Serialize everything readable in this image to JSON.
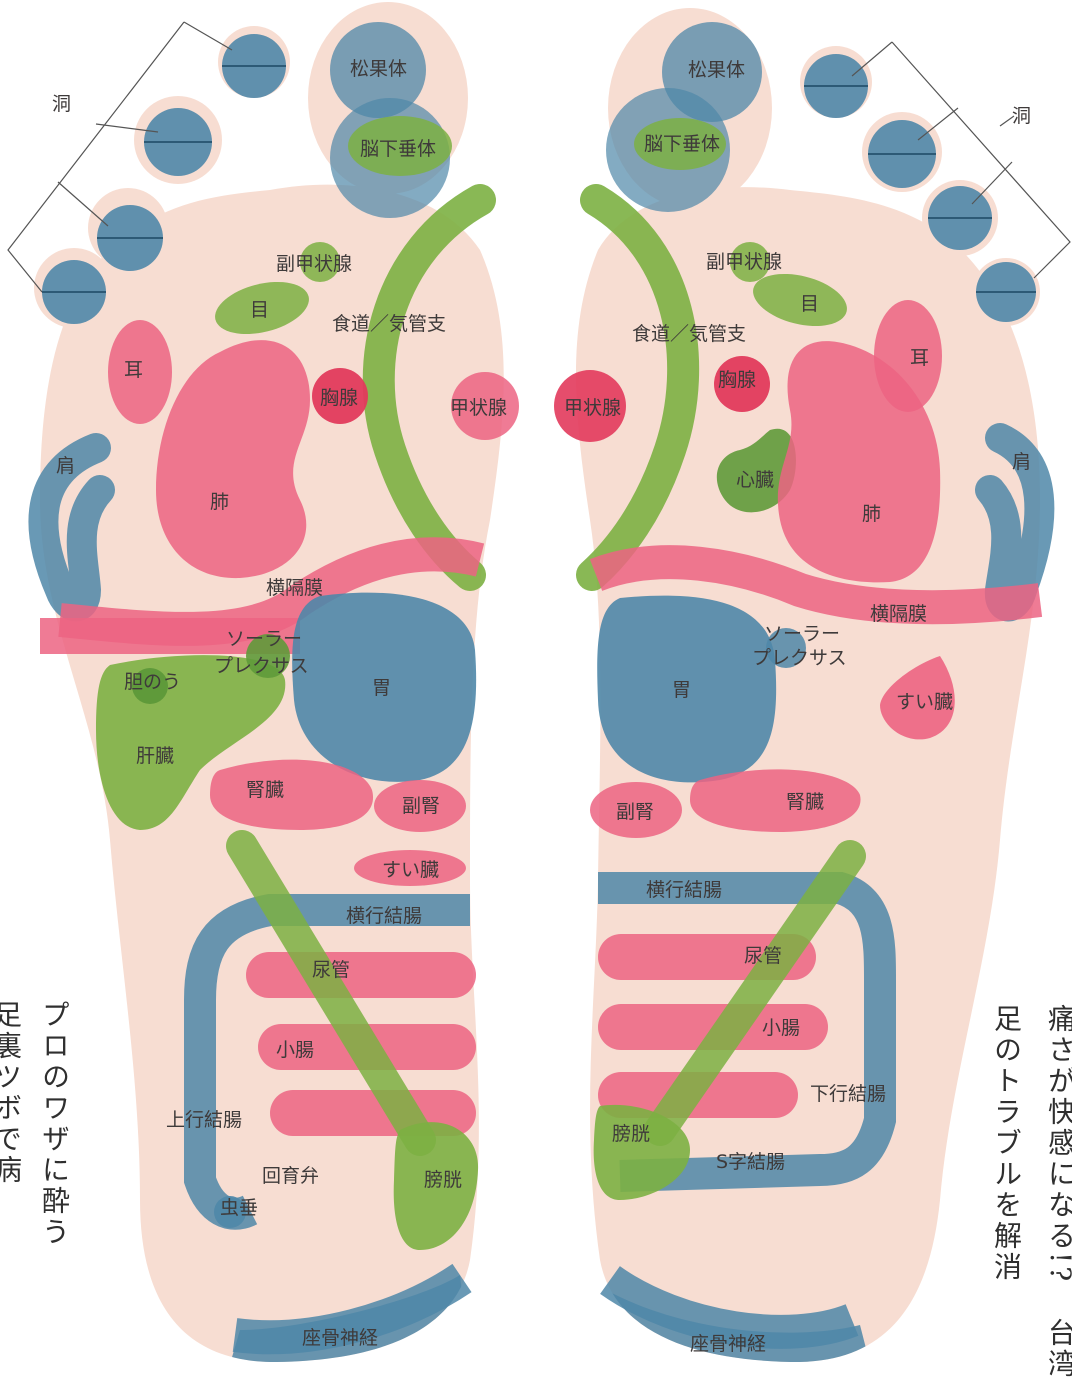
{
  "colors": {
    "skin": "#f7ddd2",
    "blue": "#4f87a8",
    "pink": "#ec6482",
    "red": "#e23a5c",
    "green": "#7cb043",
    "label": "#3e3a3a",
    "leader": "#555555"
  },
  "left_foot": {
    "sinus": "洞",
    "pineal": "松果体",
    "pituitary": "脳下垂体",
    "parathyroid": "副甲状腺",
    "eye": "目",
    "esophagus": "食道／気管支",
    "ear": "耳",
    "thymus": "胸腺",
    "thyroid": "甲状腺",
    "shoulder": "肩",
    "lung": "肺",
    "diaphragm": "横隔膜",
    "solar_plexus_1": "ソーラー",
    "solar_plexus_2": "プレクサス",
    "gallbladder": "胆のう",
    "stomach": "胃",
    "liver": "肝臓",
    "kidney": "腎臓",
    "adrenal": "副腎",
    "pancreas": "すい臓",
    "transverse_colon": "横行結腸",
    "ureter": "尿管",
    "small_intestine": "小腸",
    "ascending_colon": "上行結腸",
    "ileocecal_valve": "回育弁",
    "appendix": "虫垂",
    "bladder": "膀胱",
    "sciatic": "座骨神経"
  },
  "right_foot": {
    "pineal": "松果体",
    "pituitary": "脳下垂体",
    "sinus": "洞",
    "parathyroid": "副甲状腺",
    "eye": "目",
    "esophagus": "食道／気管支",
    "ear": "耳",
    "thymus": "胸腺",
    "thyroid": "甲状腺",
    "heart": "心臓",
    "shoulder": "肩",
    "lung": "肺",
    "diaphragm": "横隔膜",
    "solar_plexus_1": "ソーラー",
    "solar_plexus_2": "プレクサス",
    "stomach": "胃",
    "pancreas": "すい臓",
    "adrenal": "副腎",
    "kidney": "腎臓",
    "transverse_colon": "横行結腸",
    "ureter": "尿管",
    "small_intestine": "小腸",
    "descending_colon": "下行結腸",
    "bladder": "膀胱",
    "sigmoid_colon": "S字結腸",
    "sciatic": "座骨神経"
  },
  "side_text": {
    "left_col_a": "プロのワザに酔う",
    "left_col_b": "足裏ツボで病",
    "right_col_a": "足のトラブルを解消",
    "right_col_b": "痛さが快感になる!?",
    "right_col_c": "台湾"
  }
}
